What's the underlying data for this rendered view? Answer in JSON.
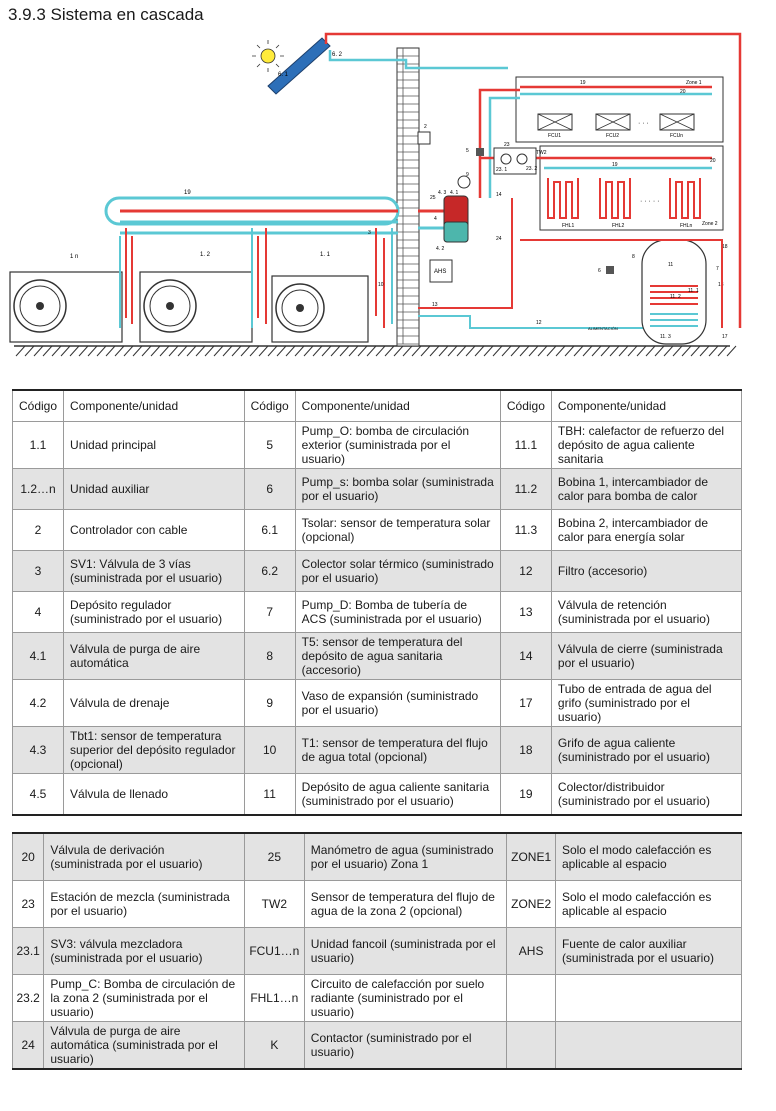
{
  "title": "3.9.3 Sistema en cascada",
  "diagram": {
    "labels": {
      "unit_1n": "1 n",
      "unit_12": "1. 2",
      "unit_11": "1. 1",
      "solar_62": "6. 2",
      "solar_61": "6. 1",
      "zone1": "Zone 1",
      "zone2": "Zone 2",
      "manifold_19_top": "19",
      "manifold_19_zone2": "19",
      "manifold_19_left": "19",
      "fcu1": "FCU1",
      "fcu2": "FCU2",
      "fcun": "FCUn",
      "fhl1": "FHL1",
      "fhl2": "FHL2",
      "fhln": "FHLn",
      "ahs": "AHS",
      "tw2": "TW2",
      "alimentacion": "ALIMENTACIÓN",
      "n2": "2",
      "n5": "5",
      "n23": "23",
      "n231": "23. 1",
      "n232": "23. 2",
      "n9": "9",
      "n14": "14",
      "n25": "25",
      "n43": "4. 3",
      "n41": "4. 1",
      "n42": "4. 2",
      "n4": "4",
      "n24": "24",
      "n3": "3",
      "n10": "10",
      "n13": "13",
      "n12": "12",
      "n6": "6",
      "n8": "8",
      "n11": "11",
      "n112": "11. 2",
      "n113": "11. 3",
      "n111": "11. 1",
      "n18": "18",
      "n7": "7",
      "n17": "17",
      "n20a": "20",
      "n20b": "20",
      "dots1": "· · ·",
      "dots2": "· · · · ·"
    },
    "colors": {
      "hot": "#e53935",
      "cold": "#5bc8d4",
      "line": "#333333"
    }
  },
  "table1": {
    "headers": [
      "Código",
      "Componente/unidad",
      "Código",
      "Componente/unidad",
      "Código",
      "Componente/unidad"
    ],
    "rows": [
      [
        {
          "code": "1.1",
          "text": "Unidad principal"
        },
        {
          "code": "5",
          "text": "Pump_O: bomba de circulación exterior (suministrada por el usuario)"
        },
        {
          "code": "11.1",
          "text": "TBH: calefactor de refuerzo del depósito de agua caliente sanitaria"
        }
      ],
      [
        {
          "code": "1.2…n",
          "text": "Unidad auxiliar"
        },
        {
          "code": "6",
          "text": "Pump_s: bomba solar (suministrada por el usuario)"
        },
        {
          "code": "11.2",
          "text": "Bobina 1, intercambiador de calor para bomba de calor"
        }
      ],
      [
        {
          "code": "2",
          "text": "Controlador con cable"
        },
        {
          "code": "6.1",
          "text": "Tsolar: sensor de temperatura solar (opcional)"
        },
        {
          "code": "11.3",
          "text": "Bobina 2, intercambiador de calor para energía solar"
        }
      ],
      [
        {
          "code": "3",
          "text": "SV1: Válvula de 3 vías (suministrada por el usuario)"
        },
        {
          "code": "6.2",
          "text": "Colector solar térmico (suministrado por el usuario)"
        },
        {
          "code": "12",
          "text": "Filtro (accesorio)"
        }
      ],
      [
        {
          "code": "4",
          "text": "Depósito regulador (suministrado por el usuario)"
        },
        {
          "code": "7",
          "text": "Pump_D: Bomba de tubería de ACS (suministrada por el usuario)"
        },
        {
          "code": "13",
          "text": "Válvula de retención (suministrada por el usuario)"
        }
      ],
      [
        {
          "code": "4.1",
          "text": "Válvula de purga de aire automática"
        },
        {
          "code": "8",
          "text": "T5: sensor de temperatura del depósito de agua sanitaria (accesorio)"
        },
        {
          "code": "14",
          "text": "Válvula de cierre (suministrada por el usuario)"
        }
      ],
      [
        {
          "code": "4.2",
          "text": "Válvula de drenaje"
        },
        {
          "code": "9",
          "text": "Vaso de expansión (suministrado por el usuario)"
        },
        {
          "code": "17",
          "text": "Tubo de entrada de agua del grifo (suministrado por el usuario)"
        }
      ],
      [
        {
          "code": "4.3",
          "text": "Tbt1: sensor de temperatura superior del depósito regulador (opcional)"
        },
        {
          "code": "10",
          "text": "T1: sensor de temperatura del flujo de agua total (opcional)"
        },
        {
          "code": "18",
          "text": "Grifo de agua caliente (suministrado por el usuario)"
        }
      ],
      [
        {
          "code": "4.5",
          "text": "Válvula de llenado"
        },
        {
          "code": "11",
          "text": "Depósito de agua caliente sanitaria (suministrado por el usuario)"
        },
        {
          "code": "19",
          "text": "Colector/distribuidor (suministrado por el usuario)"
        }
      ]
    ]
  },
  "table2": {
    "rows": [
      [
        {
          "code": "20",
          "text": "Válvula de derivación (suministrada por el usuario)"
        },
        {
          "code": "25",
          "text": "Manómetro de agua (suministrado por el usuario) Zona 1"
        },
        {
          "code": "ZONE1",
          "text": "Solo el modo calefacción es aplicable al espacio"
        }
      ],
      [
        {
          "code": "23",
          "text": "Estación de mezcla (suministrada por el usuario)"
        },
        {
          "code": "TW2",
          "text": "Sensor de temperatura del flujo de agua de la zona 2 (opcional)"
        },
        {
          "code": "ZONE2",
          "text": "Solo el modo calefacción es aplicable al espacio"
        }
      ],
      [
        {
          "code": "23.1",
          "text": "SV3: válvula mezcladora (suministrada por el usuario)"
        },
        {
          "code": "FCU1…n",
          "text": "Unidad fancoil (suministrada por el usuario)"
        },
        {
          "code": "AHS",
          "text": "Fuente de calor auxiliar (suministrada por el usuario)"
        }
      ],
      [
        {
          "code": "23.2",
          "text": "Pump_C: Bomba de circulación de la zona 2 (suministrada por el usuario)"
        },
        {
          "code": "FHL1…n",
          "text": "Circuito de calefacción por suelo radiante (suministrado por el usuario)"
        },
        {
          "code": "",
          "text": ""
        }
      ],
      [
        {
          "code": "24",
          "text": "Válvula de purga de aire automática (suministrada por el usuario)"
        },
        {
          "code": "K",
          "text": "Contactor (suministrado por el usuario)"
        },
        {
          "code": "",
          "text": ""
        }
      ]
    ]
  }
}
